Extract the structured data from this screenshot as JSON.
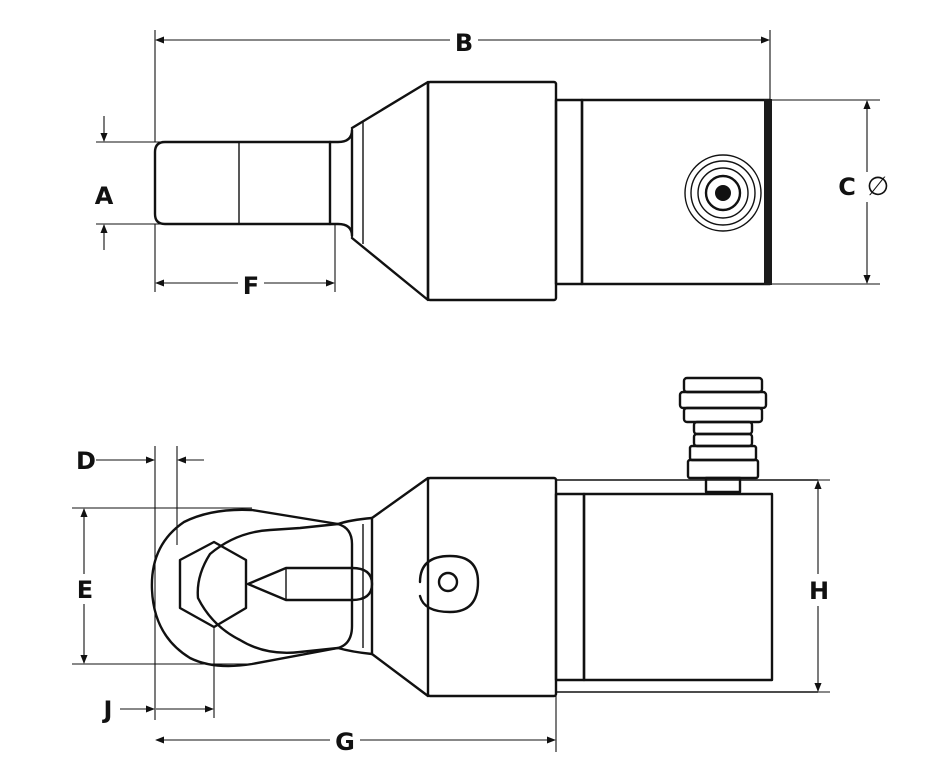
{
  "dimensions": {
    "A": "A",
    "B": "B",
    "C": "C",
    "C_symbol": "∅",
    "D": "D",
    "E": "E",
    "F": "F",
    "G": "G",
    "H": "H",
    "J": "J"
  },
  "colors": {
    "ink": "#111111",
    "background": "#ffffff"
  }
}
